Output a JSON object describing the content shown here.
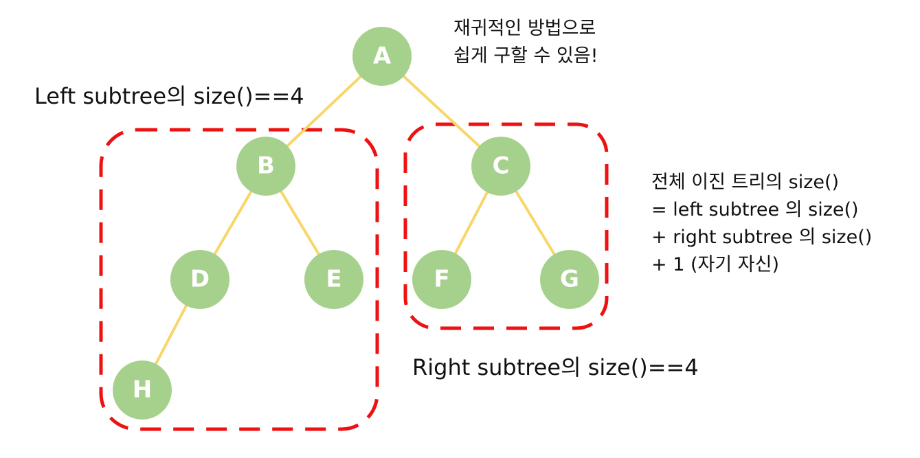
{
  "colors": {
    "node_fill": "#a6d18d",
    "node_text": "#ffffff",
    "edge": "#f8d66a",
    "box": "#ee1111"
  },
  "nodes": [
    {
      "id": "A",
      "label": "A"
    },
    {
      "id": "B",
      "label": "B"
    },
    {
      "id": "C",
      "label": "C"
    },
    {
      "id": "D",
      "label": "D"
    },
    {
      "id": "E",
      "label": "E"
    },
    {
      "id": "F",
      "label": "F"
    },
    {
      "id": "G",
      "label": "G"
    },
    {
      "id": "H",
      "label": "H"
    }
  ],
  "edges": [
    {
      "from": "A",
      "to": "B"
    },
    {
      "from": "A",
      "to": "C"
    },
    {
      "from": "B",
      "to": "D"
    },
    {
      "from": "B",
      "to": "E"
    },
    {
      "from": "D",
      "to": "H"
    },
    {
      "from": "C",
      "to": "F"
    },
    {
      "from": "C",
      "to": "G"
    }
  ],
  "annotations": {
    "recursion_note": [
      "재귀적인 방법으로",
      "쉽게 구할 수 있음!"
    ],
    "left_label": "Left subtree의 size()==4",
    "right_label": "Right subtree의 size()==4",
    "formula": [
      "전체 이진 트리의 size()",
      "= left subtree 의 size()",
      "+ right subtree 의 size()",
      "+ 1 (자기 자신)"
    ]
  }
}
